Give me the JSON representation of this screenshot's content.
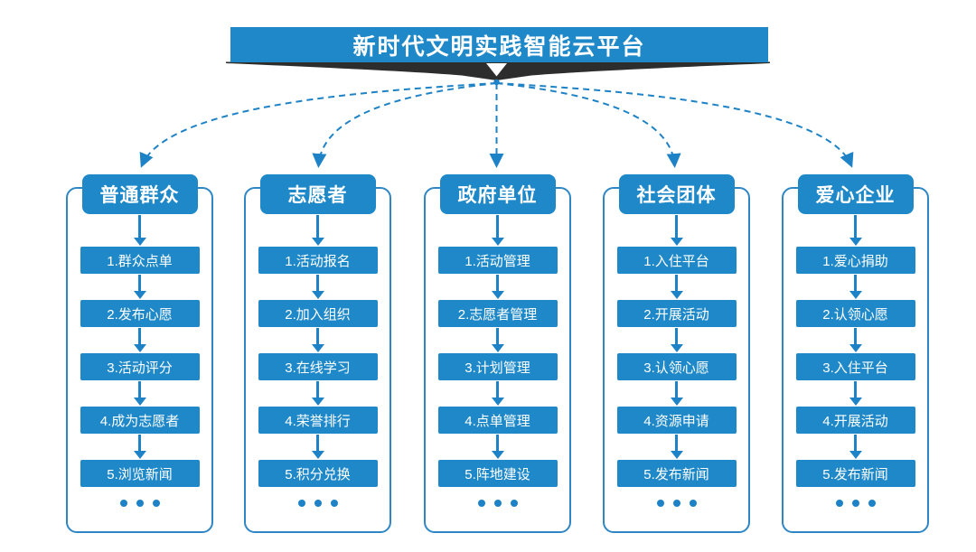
{
  "banner": {
    "title": "新时代文明实践智能云平台"
  },
  "ellipsis": "...",
  "colors": {
    "primary_blue": "#1E88C8",
    "line_blue": "#1E82C6",
    "frame_border": "#2E86C4",
    "ribbon_dark": "#2D2D2D",
    "background": "#FFFFFF",
    "text_on_blue": "#FFFFFF"
  },
  "icons": {
    "banner_arrow": "down-triangle",
    "connector_style": "dashed-curve-with-arrowhead"
  },
  "columns": [
    {
      "header": "普通群众",
      "items": [
        "1.群众点单",
        "2.发布心愿",
        "3.活动评分",
        "4.成为志愿者",
        "5.浏览新闻"
      ]
    },
    {
      "header": "志愿者",
      "items": [
        "1.活动报名",
        "2.加入组织",
        "3.在线学习",
        "4.荣誉排行",
        "5.积分兑换"
      ]
    },
    {
      "header": "政府单位",
      "items": [
        "1.活动管理",
        "2.志愿者管理",
        "3.计划管理",
        "4.点单管理",
        "5.阵地建设"
      ]
    },
    {
      "header": "社会团体",
      "items": [
        "1.入住平台",
        "2.开展活动",
        "3.认领心愿",
        "4.资源申请",
        "5.发布新闻"
      ]
    },
    {
      "header": "爱心企业",
      "items": [
        "1.爱心捐助",
        "2.认领心愿",
        "3.入住平台",
        "4.开展活动",
        "5.发布新闻"
      ]
    }
  ]
}
